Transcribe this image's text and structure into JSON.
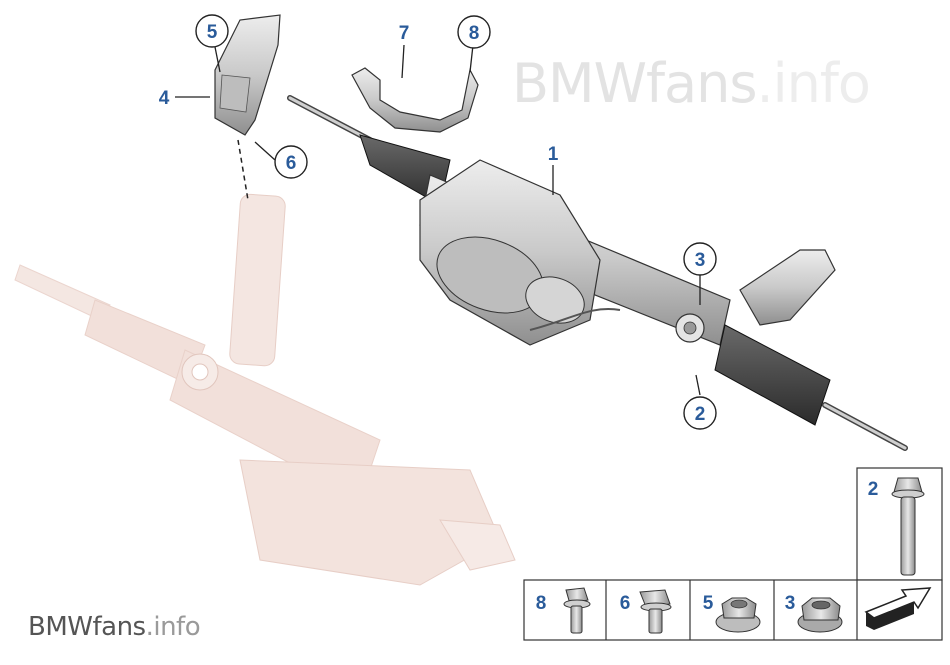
{
  "watermark": {
    "top_strong": "BMWfans",
    "top_light": ".info",
    "bottom_strong": "BMWfans",
    "bottom_light": ".info"
  },
  "callouts": {
    "c1": "1",
    "c2": "2",
    "c3": "3",
    "c4": "4",
    "c5": "5",
    "c6": "6",
    "c7": "7",
    "c8": "8"
  },
  "hardware_boxes": {
    "box_2": "2",
    "box_8": "8",
    "box_6": "6",
    "box_5": "5",
    "box_3": "3"
  },
  "colors": {
    "callout": "#2a5b9a",
    "part_fill": "#d9d9d9",
    "part_stroke": "#333333",
    "ghost": "#f2dfd9"
  }
}
